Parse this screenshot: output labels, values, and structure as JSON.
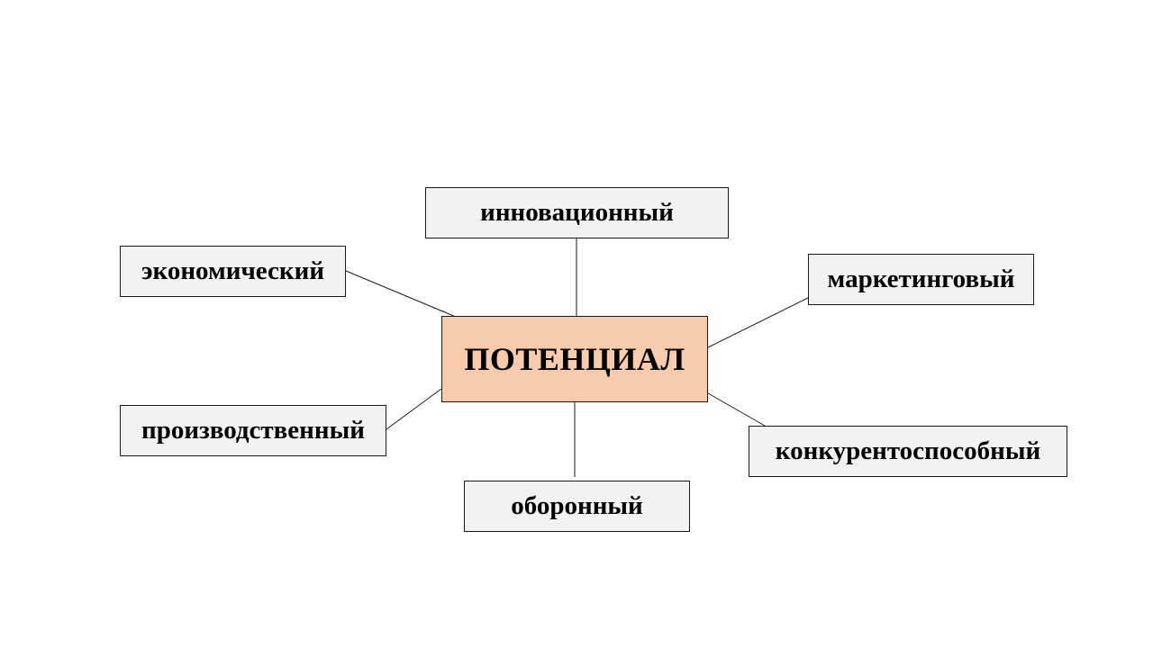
{
  "diagram": {
    "center": {
      "label": "ПОТЕНЦИАЛ",
      "fill": "#f8cbad"
    },
    "node_fill": "#f2f2f2",
    "border_color": "#1a1a1a",
    "nodes": {
      "top": "инновационный",
      "upper_left": "экономический",
      "upper_right": "маркетинговый",
      "lower_left": "производственный",
      "lower_right": "конкурентоспособный",
      "bottom": "оборонный"
    }
  }
}
